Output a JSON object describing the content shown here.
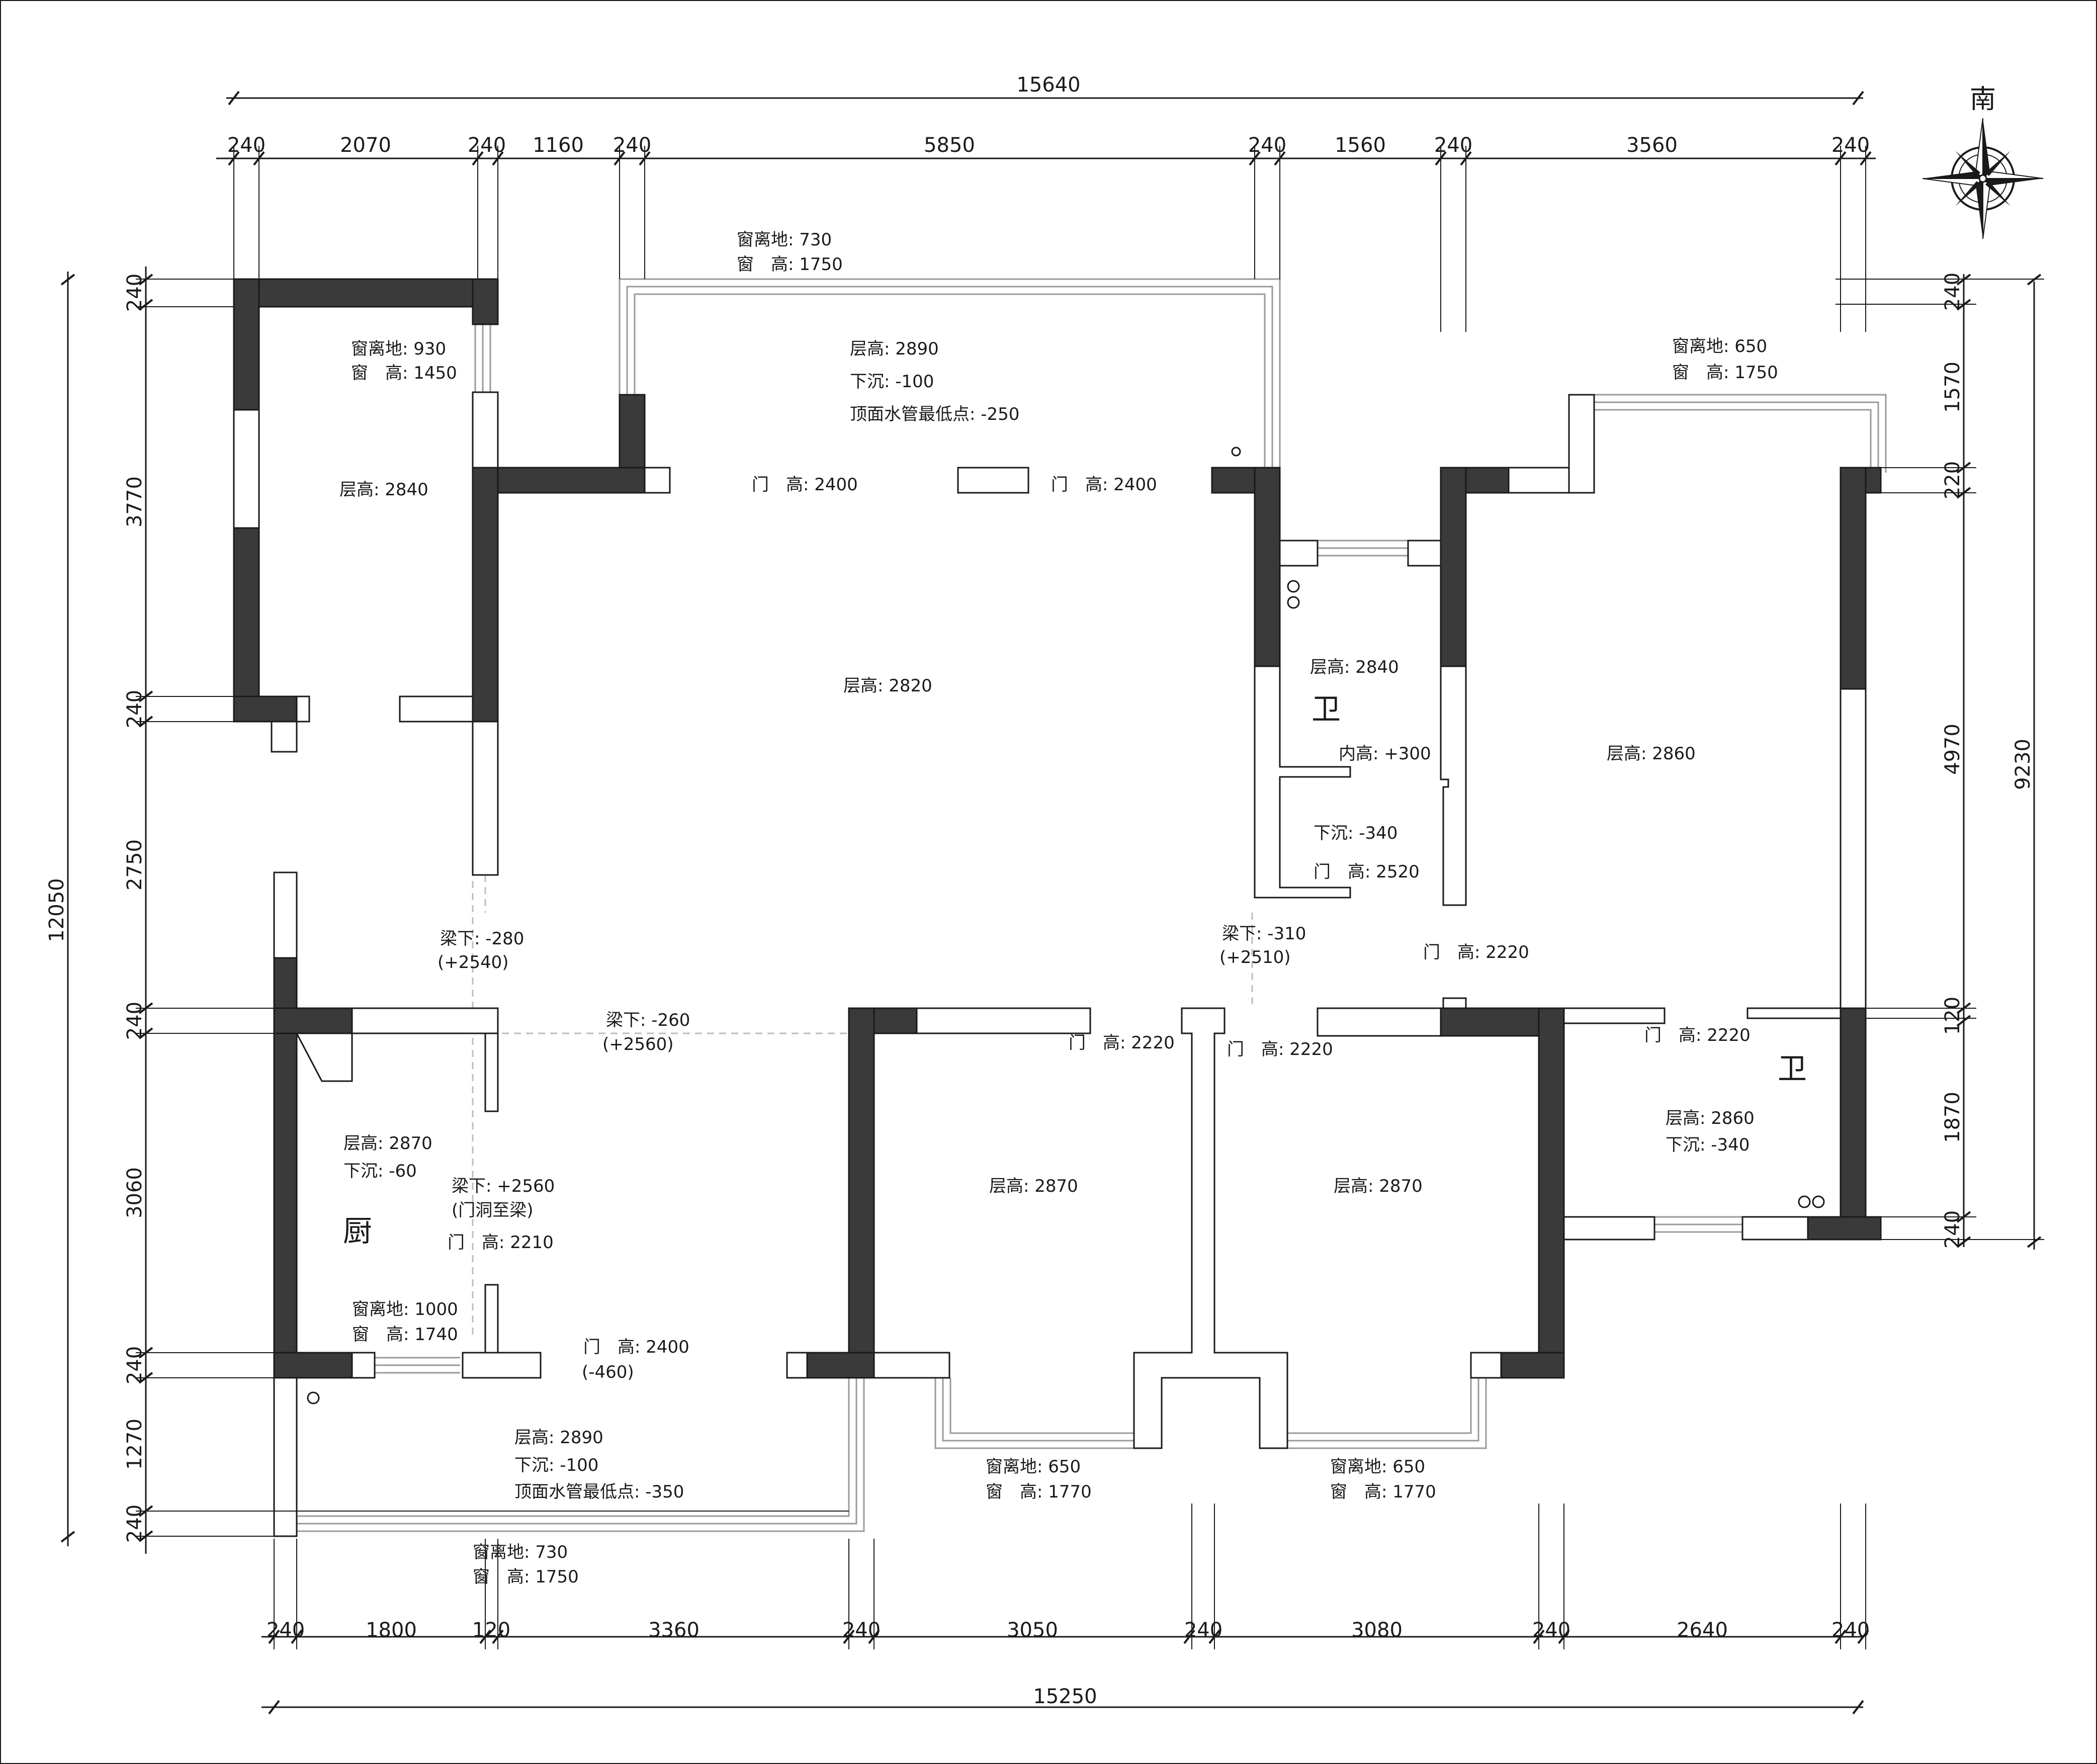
{
  "compass": {
    "label": "南",
    "icon": "compass-rose-icon"
  },
  "colors": {
    "wall": "#3a3a3a",
    "line": "#1a1a1a",
    "window": "#9a9a9a",
    "beam": "#bdbdbd"
  },
  "dims": {
    "top_total": "15640",
    "top": [
      "240",
      "2070",
      "240",
      "1160",
      "240",
      "5850",
      "240",
      "1560",
      "240",
      "3560",
      "240"
    ],
    "bottom_total": "15250",
    "bottom": [
      "240",
      "1800",
      "120",
      "3360",
      "240",
      "3050",
      "240",
      "3080",
      "240",
      "2640",
      "240"
    ],
    "left_total": "12050",
    "left": [
      "240",
      "3770",
      "240",
      "2750",
      "240",
      "3060",
      "240",
      "1270",
      "240"
    ],
    "right_total": "9230",
    "right": [
      "240",
      "1570",
      "220",
      "4970",
      "120",
      "1870",
      "240"
    ]
  },
  "annotations": [
    {
      "id": "win-top-center-h",
      "text": "窗离地: 730"
    },
    {
      "id": "win-top-center-w",
      "text": "窗　高: 1750"
    },
    {
      "id": "living-top-height",
      "text": "层高: 2890"
    },
    {
      "id": "living-top-sink",
      "text": "下沉: -100"
    },
    {
      "id": "living-top-pipe",
      "text": "顶面水管最低点: -250"
    },
    {
      "id": "win-tl-h",
      "text": "窗离地: 930"
    },
    {
      "id": "win-tl-w",
      "text": "窗　高: 1450"
    },
    {
      "id": "room-tl-height",
      "text": "层高: 2840"
    },
    {
      "id": "door-top-1",
      "text": "门　高: 2400"
    },
    {
      "id": "door-top-2",
      "text": "门　高: 2400"
    },
    {
      "id": "win-tr-h",
      "text": "窗离地: 650"
    },
    {
      "id": "win-tr-w",
      "text": "窗　高: 1750"
    },
    {
      "id": "living-height",
      "text": "层高: 2820"
    },
    {
      "id": "bath1-height",
      "text": "层高: 2840"
    },
    {
      "id": "bath1-inner",
      "text": "内高: +300"
    },
    {
      "id": "bath1-sink",
      "text": "下沉: -340"
    },
    {
      "id": "bath1-door",
      "text": "门　高: 2520"
    },
    {
      "id": "master-height",
      "text": "层高: 2860"
    },
    {
      "id": "beam-left",
      "text": "梁下: -280"
    },
    {
      "id": "beam-left-abs",
      "text": "(+2540)"
    },
    {
      "id": "beam-right",
      "text": "梁下: -310"
    },
    {
      "id": "beam-right-abs",
      "text": "(+2510)"
    },
    {
      "id": "door-master",
      "text": "门　高: 2220"
    },
    {
      "id": "beam-mid",
      "text": "梁下: -260"
    },
    {
      "id": "beam-mid-abs",
      "text": "(+2560)"
    },
    {
      "id": "door-bed1",
      "text": "门　高: 2220"
    },
    {
      "id": "door-bed2",
      "text": "门　高: 2220"
    },
    {
      "id": "door-bath2",
      "text": "门　高: 2220"
    },
    {
      "id": "kitchen-height",
      "text": "层高: 2870"
    },
    {
      "id": "kitchen-sink",
      "text": "下沉: -60"
    },
    {
      "id": "kitchen-beam",
      "text": "梁下: +2560"
    },
    {
      "id": "kitchen-beam-note",
      "text": "(门洞至梁)"
    },
    {
      "id": "kitchen-door",
      "text": "门　高: 2210"
    },
    {
      "id": "bed1-height",
      "text": "层高: 2870"
    },
    {
      "id": "bed2-height",
      "text": "层高: 2870"
    },
    {
      "id": "bath2-height",
      "text": "层高: 2860"
    },
    {
      "id": "bath2-sink",
      "text": "下沉: -340"
    },
    {
      "id": "win-kitchen-h",
      "text": "窗离地: 1000"
    },
    {
      "id": "win-kitchen-w",
      "text": "窗　高: 1740"
    },
    {
      "id": "door-bottom",
      "text": "门　高: 2400"
    },
    {
      "id": "door-bottom-sink",
      "text": "(-460)"
    },
    {
      "id": "living-bot-height",
      "text": "层高: 2890"
    },
    {
      "id": "living-bot-sink",
      "text": "下沉: -100"
    },
    {
      "id": "living-bot-pipe",
      "text": "顶面水管最低点: -350"
    },
    {
      "id": "win-bed1-h",
      "text": "窗离地: 650"
    },
    {
      "id": "win-bed1-w",
      "text": "窗　高: 1770"
    },
    {
      "id": "win-bed2-h",
      "text": "窗离地: 650"
    },
    {
      "id": "win-bed2-w",
      "text": "窗　高: 1770"
    },
    {
      "id": "win-bottom-h",
      "text": "窗离地: 730"
    },
    {
      "id": "win-bottom-w",
      "text": "窗　高: 1750"
    }
  ],
  "rooms": [
    {
      "id": "bath1",
      "text": "卫"
    },
    {
      "id": "bath2",
      "text": "卫"
    },
    {
      "id": "kitchen",
      "text": "厨"
    }
  ]
}
